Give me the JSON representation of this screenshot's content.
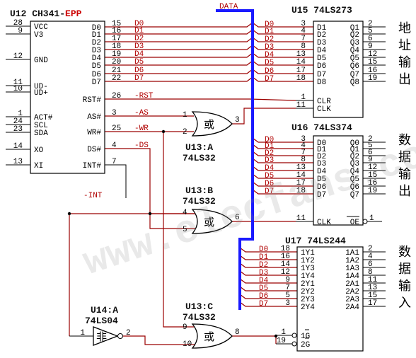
{
  "colors": {
    "wire": "#9b0000",
    "bus": "#1a1aff",
    "chip": "#000000",
    "accent": "#cc0000"
  },
  "u12": {
    "title": "U12 CH341-",
    "title_accent": "EPP",
    "left_pins": [
      {
        "num": "28",
        "name": "VCC"
      },
      {
        "num": "9",
        "name": "V3"
      },
      {
        "num": "12",
        "name": "GND"
      },
      {
        "num": "11",
        "name": "UD-"
      },
      {
        "num": "10",
        "name": "UD+"
      },
      {
        "num": "1",
        "name": "ACT#"
      },
      {
        "num": "24",
        "name": "SCL"
      },
      {
        "num": "23",
        "name": "SDA"
      },
      {
        "num": "14",
        "name": "XO"
      },
      {
        "num": "13",
        "name": "XI"
      }
    ],
    "data_pins": [
      {
        "name": "D0",
        "num": "15",
        "net": "D0"
      },
      {
        "name": "D1",
        "num": "16",
        "net": "D1"
      },
      {
        "name": "D2",
        "num": "17",
        "net": "D2"
      },
      {
        "name": "D3",
        "num": "18",
        "net": "D3"
      },
      {
        "name": "D4",
        "num": "19",
        "net": "D4"
      },
      {
        "name": "D5",
        "num": "20",
        "net": "D5"
      },
      {
        "name": "D6",
        "num": "21",
        "net": "D6"
      },
      {
        "name": "D7",
        "num": "22",
        "net": "D7"
      }
    ],
    "ctrl_pins": [
      {
        "name": "RST#",
        "num": "26",
        "net": "-RST"
      },
      {
        "name": "AS#",
        "num": "3",
        "net": "-AS"
      },
      {
        "name": "WR#",
        "num": "25",
        "net": "-WR"
      },
      {
        "name": "DS#",
        "num": "4",
        "net": "-DS"
      },
      {
        "name": "INT#",
        "num": "7",
        "net": ""
      }
    ],
    "int_label": "-INT"
  },
  "bus_label": "DATA",
  "u15": {
    "title": "U15 74LS273",
    "inputs": [
      {
        "net": "D0",
        "num": "3",
        "name": "D1"
      },
      {
        "net": "D1",
        "num": "4",
        "name": "D2"
      },
      {
        "net": "D2",
        "num": "7",
        "name": "D3"
      },
      {
        "net": "D3",
        "num": "8",
        "name": "D4"
      },
      {
        "net": "D4",
        "num": "13",
        "name": "D5"
      },
      {
        "net": "D5",
        "num": "14",
        "name": "D6"
      },
      {
        "net": "D6",
        "num": "17",
        "name": "D7"
      },
      {
        "net": "D7",
        "num": "18",
        "name": "D8"
      }
    ],
    "outputs": [
      {
        "name": "Q1",
        "num": "2"
      },
      {
        "name": "Q2",
        "num": "5"
      },
      {
        "name": "Q3",
        "num": "6"
      },
      {
        "name": "Q4",
        "num": "9"
      },
      {
        "name": "Q5",
        "num": "12"
      },
      {
        "name": "Q6",
        "num": "15"
      },
      {
        "name": "Q7",
        "num": "16"
      },
      {
        "name": "Q8",
        "num": "19"
      }
    ],
    "ctrl": [
      {
        "num": "1",
        "name": "CLR"
      },
      {
        "num": "11",
        "name": "CLK"
      }
    ],
    "side_label": [
      "地",
      "址",
      "输",
      "出"
    ]
  },
  "u16": {
    "title": "U16 74LS374",
    "inputs": [
      {
        "net": "D0",
        "num": "3",
        "name": "D0"
      },
      {
        "net": "D1",
        "num": "4",
        "name": "D1"
      },
      {
        "net": "D2",
        "num": "7",
        "name": "D2"
      },
      {
        "net": "D3",
        "num": "8",
        "name": "D3"
      },
      {
        "net": "D4",
        "num": "13",
        "name": "D4"
      },
      {
        "net": "D5",
        "num": "14",
        "name": "D5"
      },
      {
        "net": "D6",
        "num": "17",
        "name": "D6"
      },
      {
        "net": "D7",
        "num": "18",
        "name": "D7"
      }
    ],
    "outputs": [
      {
        "name": "Q0",
        "num": "2"
      },
      {
        "name": "Q1",
        "num": "5"
      },
      {
        "name": "Q2",
        "num": "6"
      },
      {
        "name": "Q3",
        "num": "9"
      },
      {
        "name": "Q4",
        "num": "12"
      },
      {
        "name": "Q5",
        "num": "15"
      },
      {
        "name": "Q6",
        "num": "16"
      },
      {
        "name": "Q7",
        "num": "19"
      }
    ],
    "clk": {
      "num": "11",
      "name": "CLK"
    },
    "oe": {
      "name": "OE",
      "num": "1"
    },
    "side_label": [
      "数",
      "据",
      "输",
      "出"
    ]
  },
  "u17": {
    "title": "U17 74LS244",
    "pins": [
      {
        "net": "D0",
        "num": "18",
        "name": "1Y1",
        "bname": "1A1",
        "bnum": "2"
      },
      {
        "net": "D1",
        "num": "16",
        "name": "1Y2",
        "bname": "1A2",
        "bnum": "4"
      },
      {
        "net": "D2",
        "num": "14",
        "name": "1Y3",
        "bname": "1A3",
        "bnum": "6"
      },
      {
        "net": "D3",
        "num": "12",
        "name": "1Y4",
        "bname": "1A4",
        "bnum": "8"
      },
      {
        "net": "D4",
        "num": "9",
        "name": "2Y1",
        "bname": "2A1",
        "bnum": "11"
      },
      {
        "net": "D5",
        "num": "7",
        "name": "2Y2",
        "bname": "2A2",
        "bnum": "13"
      },
      {
        "net": "D6",
        "num": "5",
        "name": "2Y3",
        "bname": "2A3",
        "bnum": "15"
      },
      {
        "net": "D7",
        "num": "3",
        "name": "2Y4",
        "bname": "2A4",
        "bnum": "17"
      }
    ],
    "g1": {
      "num": "1",
      "name": "1G"
    },
    "g2": {
      "num": "19",
      "name": "2G"
    },
    "side_label": [
      "数",
      "据",
      "输",
      "入"
    ]
  },
  "gates": [
    {
      "id": "U13:A",
      "part": "74LS32",
      "symbol": "或",
      "in1": "1",
      "in2": "2",
      "out": "3"
    },
    {
      "id": "U13:B",
      "part": "74LS32",
      "symbol": "或",
      "in1": "4",
      "in2": "5",
      "out": "6"
    },
    {
      "id": "U13:C",
      "part": "74LS32",
      "symbol": "或",
      "in1": "9",
      "in2": "10",
      "out": "8"
    }
  ],
  "inverter": {
    "id": "U14:A",
    "part": "74LS04",
    "symbol": "非",
    "in": "1",
    "out": "2"
  },
  "watermark": "www.elecfans.com"
}
